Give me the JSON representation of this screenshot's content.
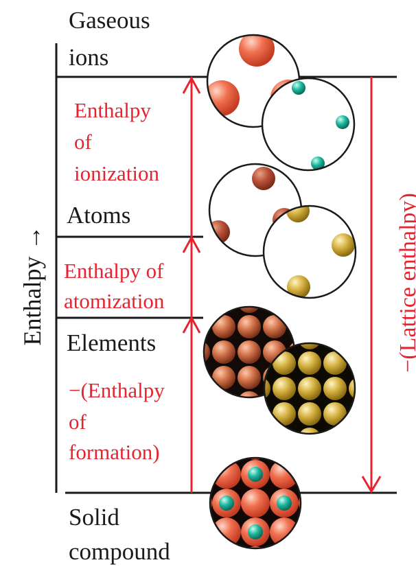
{
  "axis": {
    "label": "Enthalpy",
    "arrow_glyph": "→"
  },
  "levels": {
    "gaseous_ions": [
      "Gaseous",
      "ions"
    ],
    "atoms": "Atoms",
    "elements": "Elements",
    "solid_compound": [
      "Solid",
      "compound"
    ]
  },
  "steps": {
    "ionization": [
      "Enthalpy",
      "of",
      "ionization"
    ],
    "atomization": [
      "Enthalpy of",
      "atomization"
    ],
    "formation": [
      "−(Enthalpy",
      "of",
      "formation)"
    ],
    "lattice": "−(Lattice enthalpy)"
  },
  "colors": {
    "red": "#e8232f",
    "line": "#1a1a1a",
    "cation": "#e8553f",
    "cation_atom": "#b04a35",
    "anion_ion": "#1fb09a",
    "anion_atom": "#c9a738",
    "lattice_bg": "#0d0a08"
  }
}
